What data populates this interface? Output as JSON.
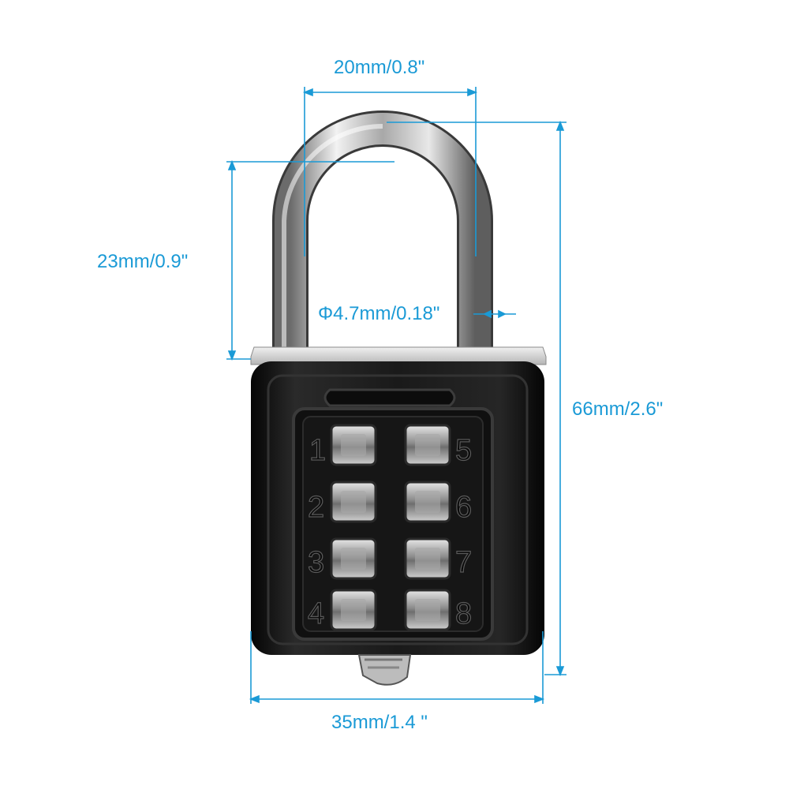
{
  "colors": {
    "dimension": "#1a9ad6",
    "body": "#141414",
    "shackle": "#c9c9c9",
    "button": "#8a8a8a",
    "background": "#ffffff"
  },
  "dimensions": {
    "shackle_width": "20mm/0.8\"",
    "shackle_clearance": "23mm/0.9\"",
    "shackle_diameter": "Φ4.7mm/0.18\"",
    "total_height": "66mm/2.6\"",
    "body_width": "35mm/1.4 \""
  },
  "keypad": {
    "left_numbers": [
      "1",
      "2",
      "3",
      "4"
    ],
    "right_numbers": [
      "5",
      "6",
      "7",
      "8"
    ]
  }
}
